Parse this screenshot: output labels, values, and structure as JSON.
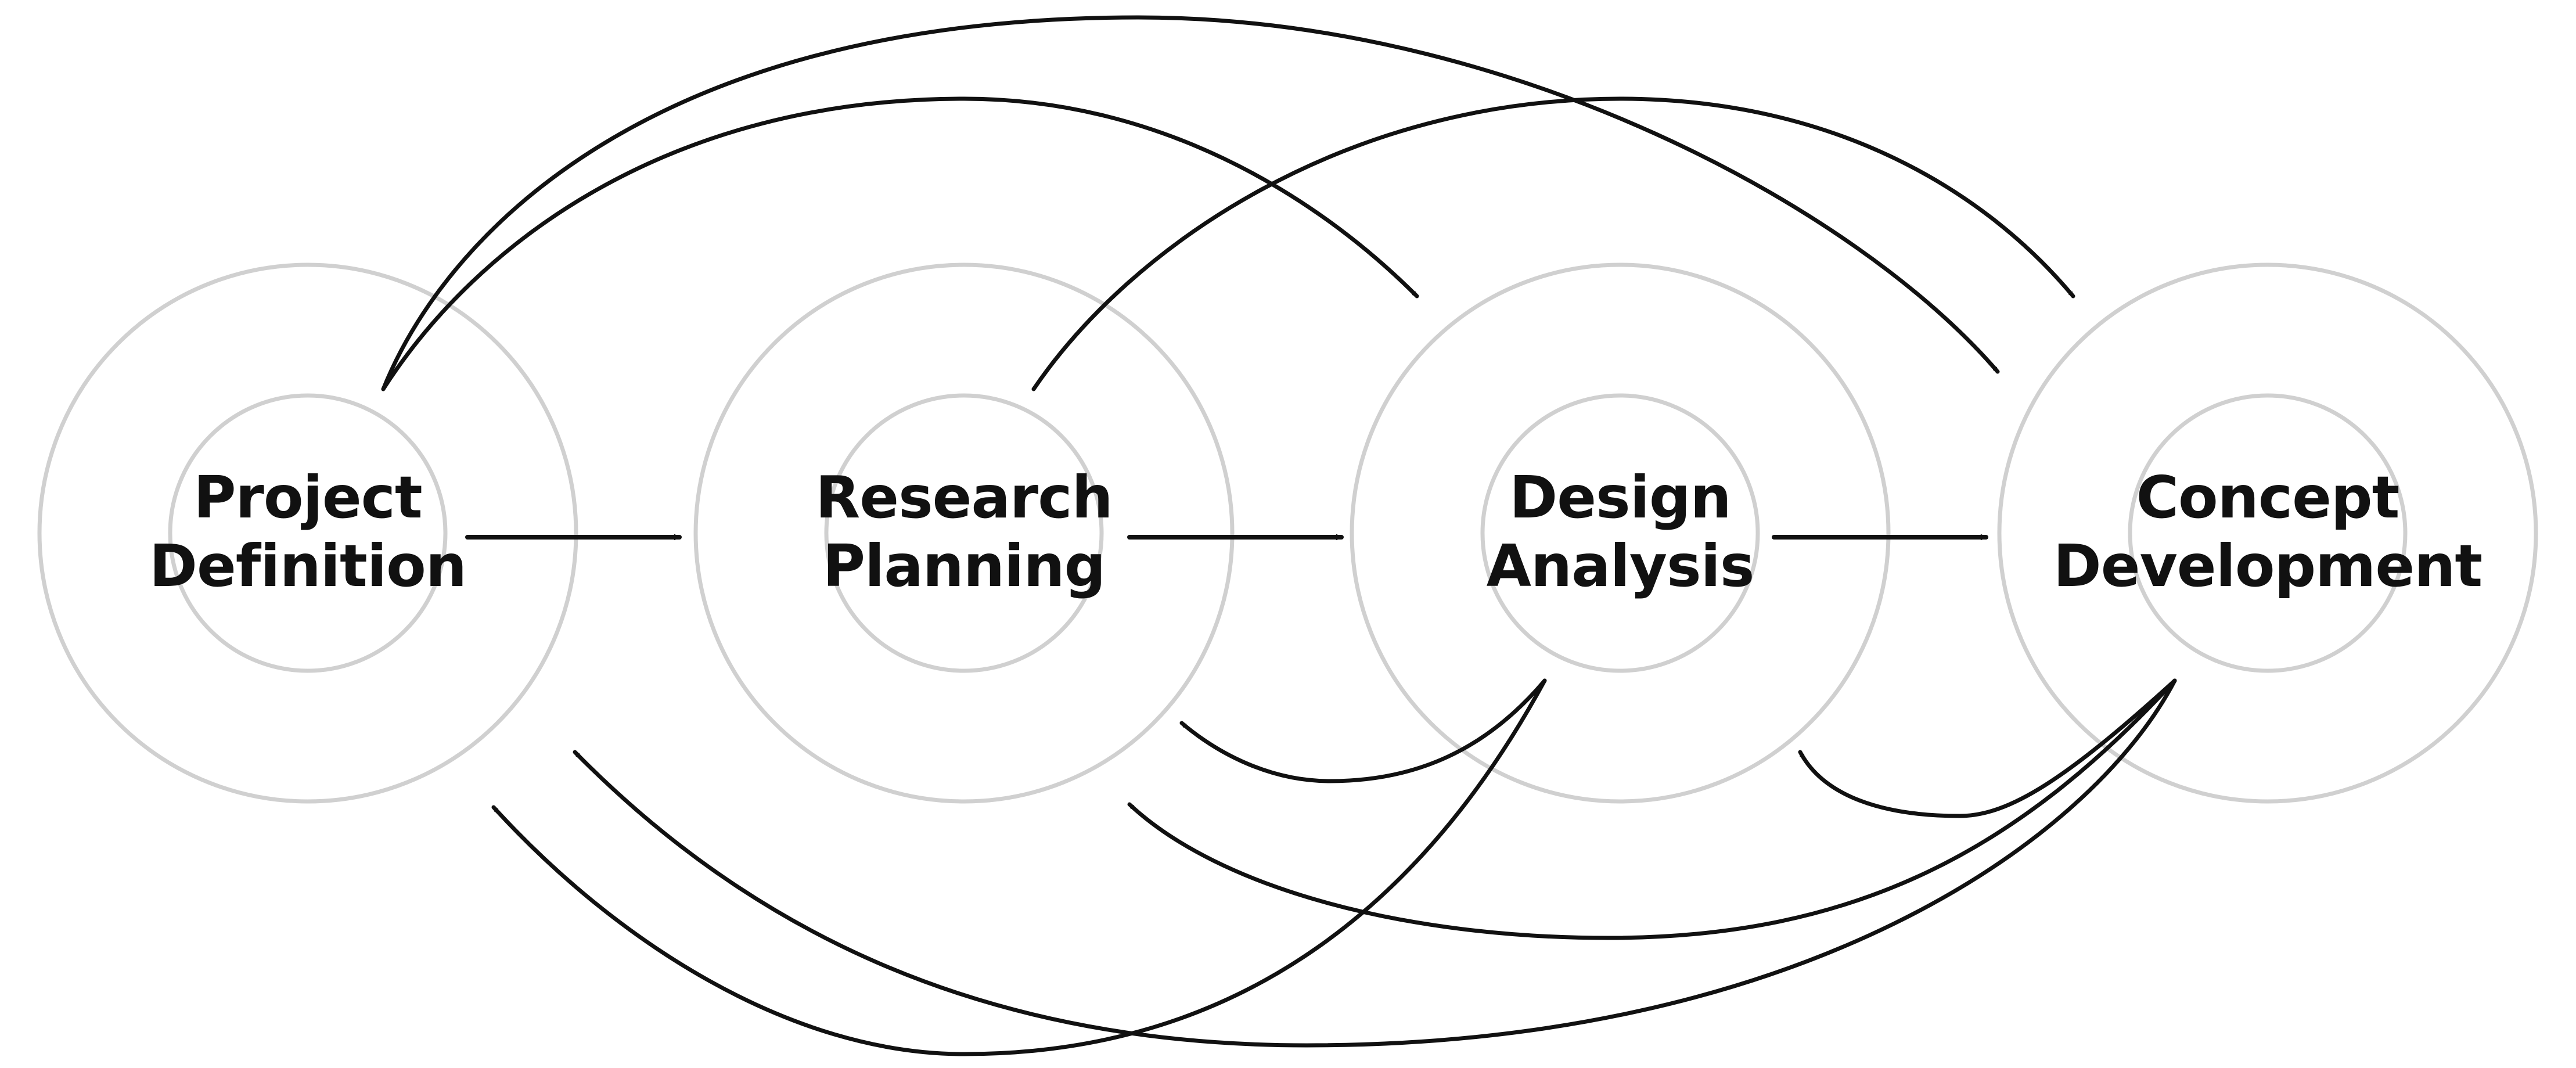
{
  "diagram": {
    "stages": [
      {
        "id": "project-definition",
        "line1": "Project",
        "line2": "Definition"
      },
      {
        "id": "research-planning",
        "line1": "Research",
        "line2": "Planning"
      },
      {
        "id": "design-analysis",
        "line1": "Design",
        "line2": "Analysis"
      },
      {
        "id": "concept-development",
        "line1": "Concept",
        "line2": "Development"
      }
    ],
    "colors": {
      "ring": "#d0d0d0",
      "arrow": "#111111",
      "text": "#111111",
      "background": "#ffffff"
    }
  }
}
